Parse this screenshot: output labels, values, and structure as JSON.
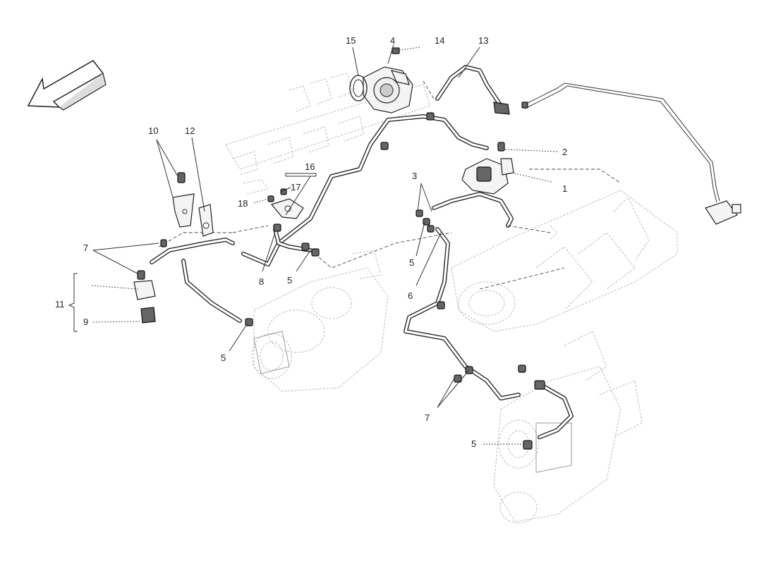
{
  "diagram": {
    "type": "exploded parts diagram",
    "callouts": {
      "c1": "1",
      "c2": "2",
      "c3": "3",
      "c4": "4",
      "c5a": "5",
      "c5b": "5",
      "c5c": "5",
      "c5d": "5",
      "c6": "6",
      "c7a": "7",
      "c7b": "7",
      "c8": "8",
      "c9": "9",
      "c10": "10",
      "c11": "11",
      "c12": "12",
      "c13": "13",
      "c14": "14",
      "c15": "15",
      "c16": "16",
      "c17": "17",
      "c18": "18"
    },
    "icons": [
      "direction-arrow-icon"
    ],
    "colors": {
      "line": "#333333",
      "ghost": "#bbbbbb",
      "background": "#ffffff"
    }
  }
}
